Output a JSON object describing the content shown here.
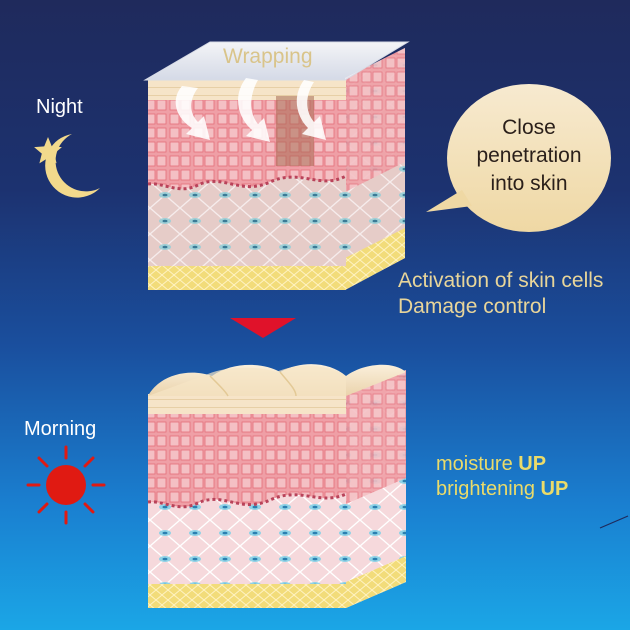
{
  "night": {
    "label": "Night"
  },
  "morning": {
    "label": "Morning"
  },
  "wrapping": {
    "label": "Wrapping"
  },
  "bubble": {
    "line1": "Close",
    "line2": "penetration",
    "line3": "into skin"
  },
  "effects": {
    "line1": "Activation of skin cells",
    "line2": "Damage control"
  },
  "results": {
    "moisture": "moisture",
    "moisture_up": "UP",
    "brightening": "brightening",
    "brightening_up": "UP"
  },
  "colors": {
    "background_top": "#1f2a5c",
    "background_bottom": "#1ba6e6",
    "moon": "#f2d98c",
    "sun": "#e01a12",
    "arrow": "#e0122a",
    "bubble": "#f3e1b0",
    "effect_text": "#e8d59a",
    "up_text": "#eadb6a"
  },
  "icons": [
    "star-icon",
    "moon-icon",
    "sun-icon",
    "down-arrow-icon"
  ]
}
